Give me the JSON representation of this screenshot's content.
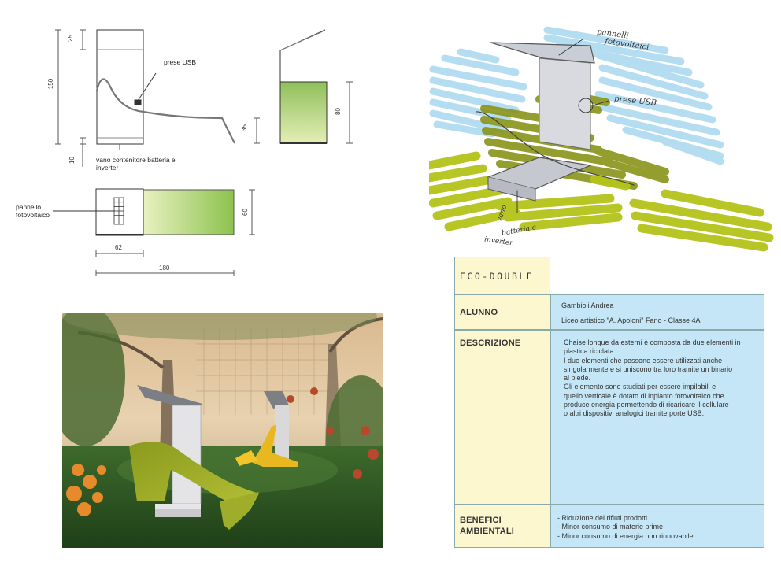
{
  "drawing": {
    "dim_25": "25",
    "dim_150": "150",
    "dim_35": "35",
    "dim_10": "10",
    "dim_80": "80",
    "dim_60": "60",
    "dim_62": "62",
    "dim_180": "180",
    "label_usb": "prese USB",
    "label_battery_1": "vano contenitore batteria e",
    "label_battery_2": "inverter",
    "label_panel_1": "pannello",
    "label_panel_2": "fotovoltaico"
  },
  "sketch": {
    "note_panels_1": "pannelli",
    "note_panels_2": "fotovoltaici",
    "note_usb": "prese USB",
    "note_vano_1": "vano",
    "note_vano_2": "batteria e",
    "note_vano_3": "inverter"
  },
  "card": {
    "title": "ECO-DOUBLE",
    "student_heading": "ALUNNO",
    "student_name": "Gambioli Andrea",
    "student_school": "Liceo artistico \"A. Apoloni\" Fano - Classe 4A",
    "description_heading": "DESCRIZIONE",
    "description_lines": [
      "Chaise longue da esterni è composta da due elementi in",
      "plastica riciclata.",
      "I due elementi che possono essere utilizzati anche",
      "singolarmente e si uniscono tra loro tramite un binario",
      "al piede.",
      "Gli elemento  sono studiati per essere impilabili e",
      "quello verticale è dotato di inpianto fotovoltaico che",
      "produce energia permettendo di ricaricare il cellulare",
      "o altri dispositivi analogici tramite porte USB."
    ],
    "benefits_heading_1": "BENEFICI",
    "benefits_heading_2": "AMBIENTALI",
    "benefits": [
      "- Riduzione dei rifiuti prodotti",
      "- Minor consumo di materie prime",
      "- Minor consumo di energia non rinnovabile"
    ]
  },
  "colors": {
    "yellow_cell": "#fdf7cf",
    "blue_cell": "#c5e6f6",
    "olive": "#9aa21e",
    "panel_green": "#a8cc6c"
  }
}
